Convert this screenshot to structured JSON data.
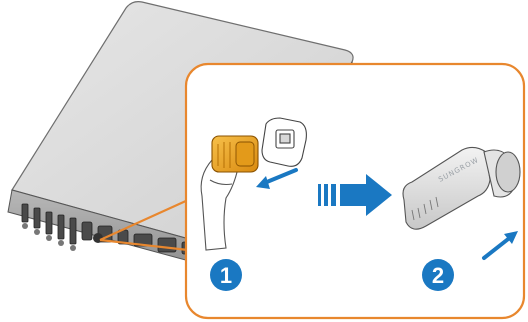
{
  "steps": [
    {
      "number": "1"
    },
    {
      "number": "2"
    }
  ],
  "module": {
    "brand_marking": "SUNGROW"
  },
  "colors": {
    "callout_border": "#e8872e",
    "step_badge": "#1a78c2",
    "action_arrow": "#1a78c2",
    "cap": "#f3a21b",
    "inverter_panel": "#d9d9d9"
  },
  "icons": [
    "inverter-icon",
    "hand-icon",
    "protective-cap-icon",
    "communication-port-icon",
    "transition-arrow-icon",
    "wifi-module-icon",
    "insert-arrow-icon"
  ]
}
